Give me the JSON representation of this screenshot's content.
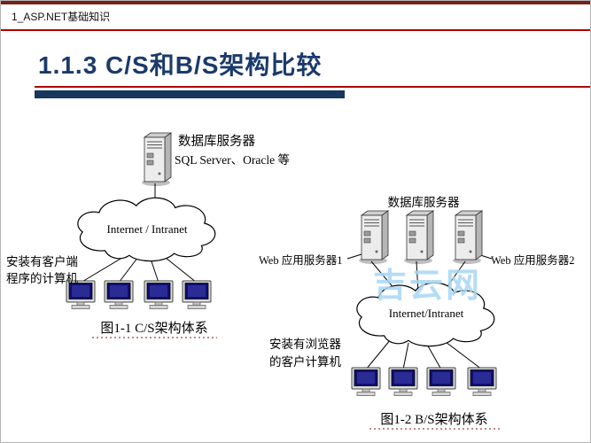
{
  "page": {
    "header_title": "1_ASP.NET基础知识",
    "slide_title": "1.1.3  C/S和B/S架构比较",
    "watermark": "吉云网"
  },
  "cs_diagram": {
    "server_name": "数据库服务器",
    "server_detail": "SQL Server、Oracle 等",
    "cloud_label": "Internet / Intranet",
    "client_label_line1": "安装有客户端",
    "client_label_line2": "程序的计算机",
    "caption": "图1-1  C/S架构体系"
  },
  "bs_diagram": {
    "db_server_label": "数据库服务器",
    "web_server1_label": "Web 应用服务器1",
    "web_server2_label": "Web 应用服务器2",
    "cloud_label": "Internet/Intranet",
    "client_label_line1": "安装有浏览器",
    "client_label_line2": "的客户计算机",
    "caption": "图1-2  B/S架构体系"
  },
  "colors": {
    "title_text": "#1b3a6b",
    "accent_red": "#b00000",
    "bar_blue": "#17375e",
    "screen_navy": "#10106e",
    "watermark_blue": "#a9d7f5"
  }
}
